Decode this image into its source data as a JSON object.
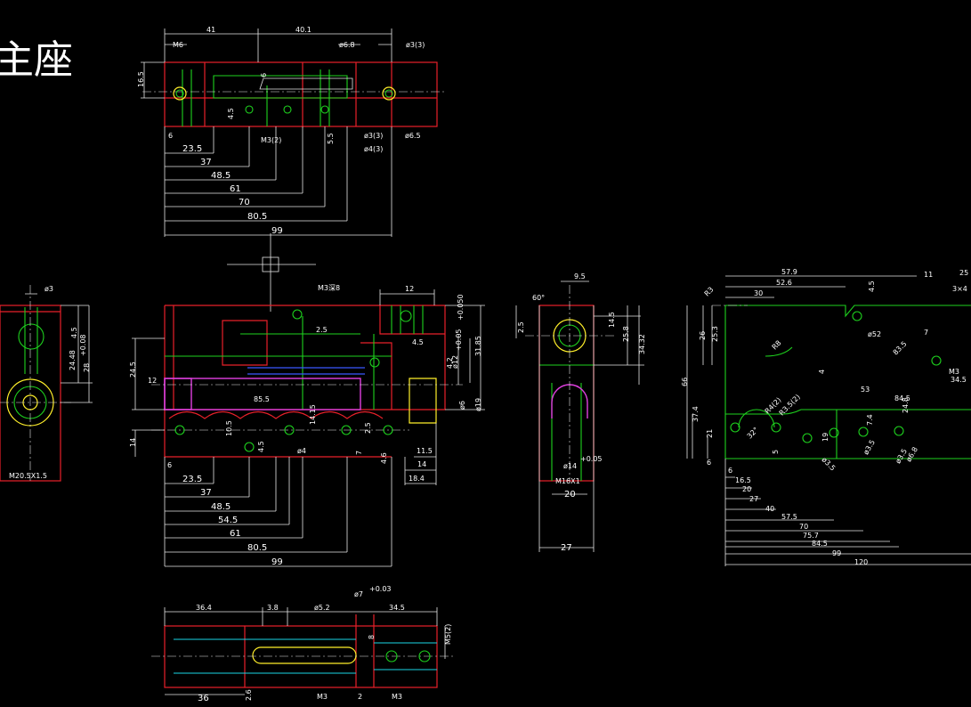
{
  "title": "主座",
  "colors": {
    "background": "#000000",
    "outline": "#e8202a",
    "hidden": "#1ed21e",
    "dimension": "#ffffff",
    "thread": "#ffef2a",
    "center": "#1ad6e6",
    "detail": "#e040e0"
  },
  "top_view": {
    "dims_top": [
      "41",
      "40.1",
      "M6",
      "ø6.8",
      "ø3(3)"
    ],
    "dims_side": [
      "16.5",
      "6",
      "4.5"
    ],
    "dims_mid": [
      "6",
      "M3(2)",
      "5.5",
      "ø3(3)",
      "ø6.5",
      "ø4(3)"
    ],
    "dims_bottom": [
      "23.5",
      "37",
      "48.5",
      "61",
      "70",
      "80.5",
      "99"
    ]
  },
  "left_view": {
    "dims": [
      "ø3",
      "4.5",
      "24.48",
      "28",
      "M20.5X1.5"
    ],
    "tol": "+0.08"
  },
  "front_view": {
    "dims_top": [
      "M3深8",
      "12",
      "2.5",
      "4.5"
    ],
    "dims_left": [
      "24.5",
      "12",
      "14"
    ],
    "dims_right": [
      "31.85",
      "ø12",
      "4.2",
      "ø6",
      "ø19"
    ],
    "tol_a": "+0.05",
    "tol_b": "+0.050",
    "dims_inner": [
      "85.5",
      "10.5",
      "14.15",
      "4.5",
      "ø4",
      "7",
      "2.5",
      "4.6",
      "11.5",
      "14",
      "18.4",
      "6"
    ],
    "dims_bottom": [
      "23.5",
      "37",
      "48.5",
      "54.5",
      "61",
      "80.5",
      "99"
    ]
  },
  "side_view": {
    "dims": [
      "9.5",
      "60°",
      "2.5",
      "14.5",
      "25.8",
      "34.32",
      "ø14",
      "M16X1",
      "20",
      "27"
    ],
    "tol": "+0.05"
  },
  "right_view": {
    "dims_top": [
      "57.9",
      "52.6",
      "30",
      "R3",
      "4.5",
      "ø52",
      "11",
      "25",
      "3×4"
    ],
    "dims_left": [
      "66",
      "26",
      "25.3",
      "37.4",
      "21",
      "6"
    ],
    "dims_mid": [
      "R8",
      "83.5",
      "7",
      "M3",
      "34.5",
      "4",
      "53",
      "84.5",
      "R4(2)",
      "R3.5(2)",
      "32°",
      "19",
      "5",
      "ø3.5",
      "ø3.5",
      "ø3.5",
      "7.4",
      "24.8",
      "ø6.8"
    ],
    "dims_bottom": [
      "6",
      "16.5",
      "20",
      "27",
      "40",
      "57.5",
      "70",
      "75.7",
      "84.5",
      "99",
      "120"
    ]
  },
  "bottom_view": {
    "dims_top": [
      "36.4",
      "3.8",
      "ø5.2",
      "ø7",
      "34.5"
    ],
    "tol": "+0.03",
    "dims_side": [
      "M5(2)",
      "8"
    ],
    "dims_bottom": [
      "36",
      "2.6",
      "M3",
      "2",
      "M3"
    ]
  }
}
